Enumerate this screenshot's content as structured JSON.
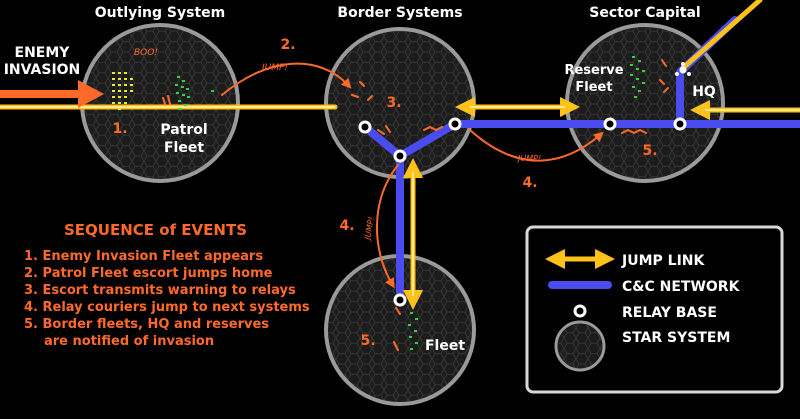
{
  "systems": {
    "outlying": {
      "title": "Outlying System"
    },
    "border": {
      "title": "Border Systems"
    },
    "capital": {
      "title": "Sector Capital"
    }
  },
  "invasion": {
    "line1": "ENEMY",
    "line2": "INVASION"
  },
  "fleets": {
    "patrol_line1": "Patrol",
    "patrol_line2": "Fleet",
    "reserve_line1": "Reserve",
    "reserve_line2": "Fleet",
    "hq": "HQ",
    "fleet": "Fleet"
  },
  "annotations": {
    "boo": "BOO!",
    "jump1": "JUMP!",
    "jump2": "JUMP!",
    "jump3": "JUMP!",
    "n1": "1.",
    "n2": "2.",
    "n3": "3.",
    "n4a": "4.",
    "n4b": "4.",
    "n5a": "5.",
    "n5b": "5."
  },
  "sequence": {
    "title": "SEQUENCE of EVENTS",
    "steps": [
      "1. Enemy Invasion Fleet appears",
      "2. Patrol Fleet escort jumps home",
      "3. Escort transmits warning to relays",
      "4. Relay couriers jump to next systems",
      "5. Border fleets, HQ and reserves",
      "are notified of invasion"
    ]
  },
  "legend": {
    "jump_link": "JUMP LINK",
    "cc_network": "C&C NETWORK",
    "relay_base": "RELAY BASE",
    "star_system": "STAR SYSTEM"
  },
  "colors": {
    "jump": "#ffc21a",
    "network": "#4a4cf0",
    "accent": "#ff6a2a",
    "enemy": "#e8e835",
    "friendly": "#2fd43a",
    "circle_fill": "#1c1c1c",
    "circle_stroke": "#9a9a9a"
  }
}
